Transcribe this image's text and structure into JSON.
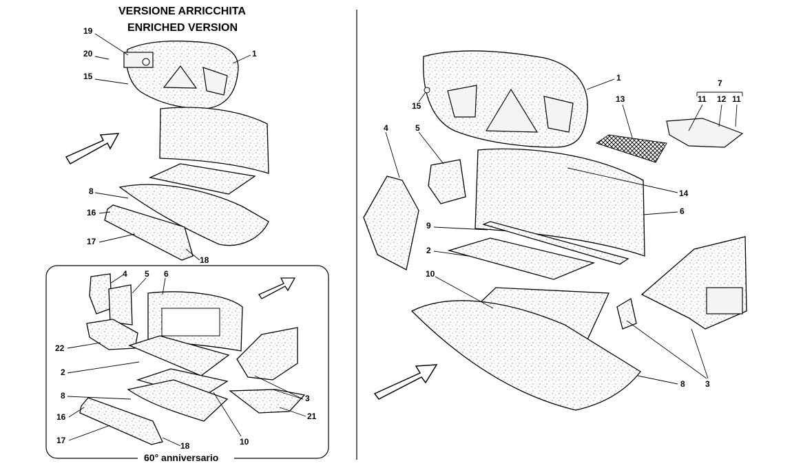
{
  "headings": {
    "top_it": "VERSIONE ARRICCHITA",
    "top_en": "ENRICHED VERSION",
    "inset_caption": "60° anniversario"
  },
  "callouts": {
    "top_left": [
      "19",
      "20",
      "15",
      "1",
      "8",
      "16",
      "17",
      "18"
    ],
    "inset": [
      "4",
      "5",
      "6",
      "22",
      "2",
      "8",
      "16",
      "17",
      "18",
      "10",
      "3",
      "21"
    ],
    "right": [
      "1",
      "15",
      "13",
      "7",
      "11",
      "12",
      "11",
      "4",
      "5",
      "14",
      "6",
      "9",
      "2",
      "10",
      "8",
      "3"
    ]
  },
  "icons": [
    "direction-arrow-icon"
  ],
  "colors": {
    "line": "#000000",
    "fill": "#ffffff"
  }
}
